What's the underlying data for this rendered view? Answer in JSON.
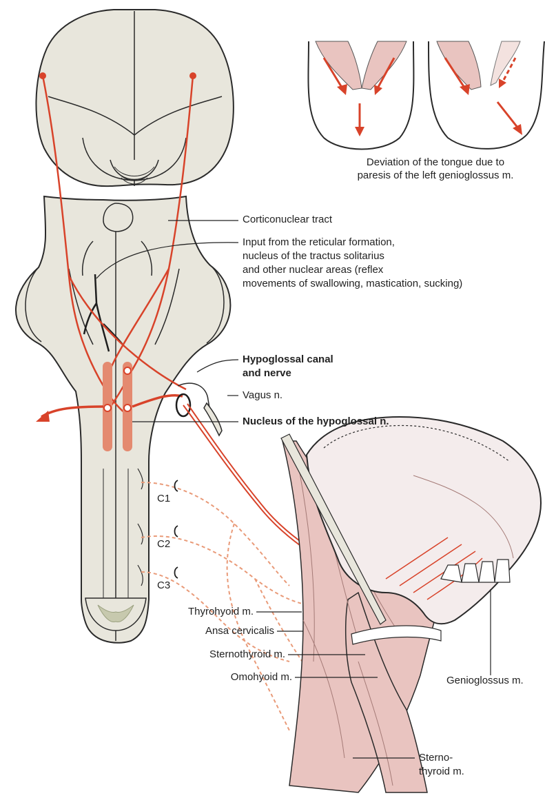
{
  "caption": {
    "line1": "Deviation of the tongue due to",
    "line2": "paresis of the left genioglossus m."
  },
  "labels": {
    "corticonuclear": "Corticonuclear tract",
    "input": [
      "Input from the reticular formation,",
      "nucleus of the tractus solitarius",
      "and other nuclear areas (reflex",
      "movements of swallowing, mastication, sucking)"
    ],
    "hypoglossal_canal": [
      "Hypoglossal canal",
      "and nerve"
    ],
    "vagus": "Vagus n.",
    "nucleus_hypoglossal": "Nucleus of the hypoglossal n.",
    "c1": "C1",
    "c2": "C2",
    "c3": "C3",
    "thyrohyoid": "Thyrohyoid m.",
    "ansa": "Ansa cervicalis",
    "sternothyroid": "Sternothyroid m.",
    "omohyoid": "Omohyoid m.",
    "genioglossus": "Genioglossus m.",
    "sterno_thyroid": [
      "Sterno-",
      "thyroid m."
    ]
  },
  "colors": {
    "nerve_red": "#d8432a",
    "nucleus": "#e48a70",
    "tissue": "#e8e6dc",
    "outline": "#2a2a2a",
    "muscle": "#e9c4c0",
    "dashed_nerve": "#e99a78"
  }
}
